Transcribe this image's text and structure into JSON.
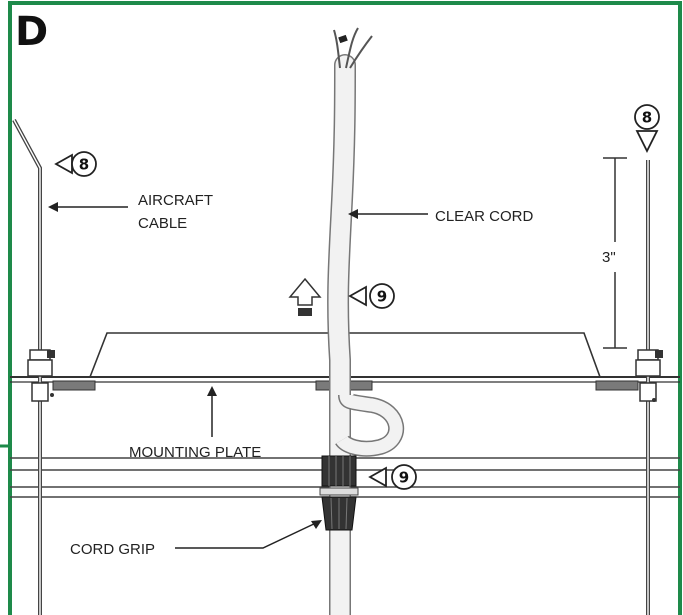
{
  "panel": {
    "letter": "D",
    "border_color": "#1e8a4a"
  },
  "labels": {
    "aircraft_cable_line1": "AIRCRAFT",
    "aircraft_cable_line2": "CABLE",
    "clear_cord": "CLEAR CORD",
    "dimension": "3\"",
    "mounting_plate": "MOUNTING PLATE",
    "cord_grip": "CORD GRIP"
  },
  "callouts": {
    "left_cable_step": "8",
    "right_cable_step": "8",
    "cord_up_step": "9",
    "cord_grip_step": "9"
  }
}
